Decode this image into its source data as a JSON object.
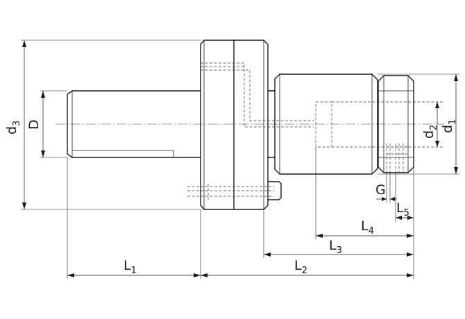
{
  "labels": {
    "d3": "d3",
    "D": "D",
    "d2": "d2",
    "d1": "d1",
    "G": "G",
    "L5": "L5",
    "L4": "L4",
    "L3": "L3",
    "L2": "L2",
    "L1": "L1"
  },
  "colors": {
    "line": "#1a1a1a",
    "background": "#ffffff"
  }
}
